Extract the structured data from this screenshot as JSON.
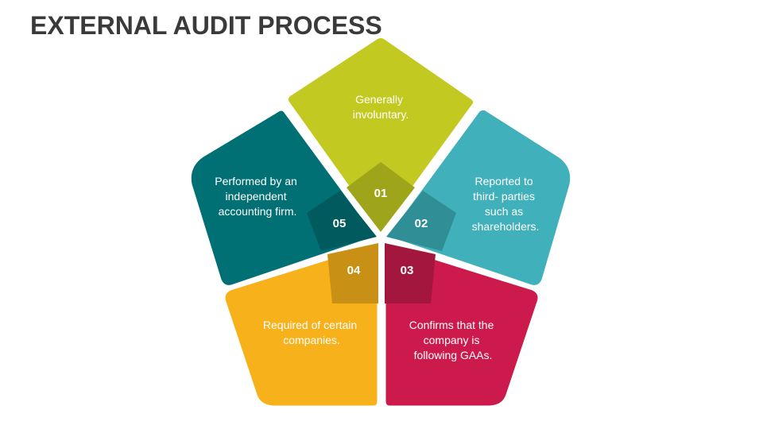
{
  "title": "EXTERNAL AUDIT PROCESS",
  "segments": [
    {
      "number": "01",
      "color": "#c2c920",
      "inner_color": "#9fa51b",
      "lines": [
        "Generally",
        "involuntary."
      ]
    },
    {
      "number": "02",
      "color": "#40b0ba",
      "inner_color": "#2f8e96",
      "lines": [
        "Reported to",
        "third- parties",
        "such as",
        "shareholders."
      ]
    },
    {
      "number": "03",
      "color": "#cd1a4c",
      "inner_color": "#a3173e",
      "lines": [
        "Confirms that the",
        "company is",
        "following GAAs."
      ]
    },
    {
      "number": "04",
      "color": "#f7b11b",
      "inner_color": "#c99016",
      "lines": [
        "Required of certain",
        "companies."
      ]
    },
    {
      "number": "05",
      "color": "#007075",
      "inner_color": "#005a5e",
      "lines": [
        "Performed by an",
        "independent",
        "accounting firm."
      ]
    }
  ]
}
